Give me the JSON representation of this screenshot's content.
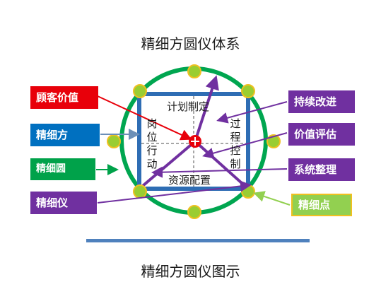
{
  "title": "精细方圆仪体系",
  "caption": "精细方圆仪图示",
  "inner_labels": {
    "top": "计划制定",
    "bottom": "资源配置",
    "left": "岗位行动",
    "right": "过程控制"
  },
  "left_labels": {
    "customer_value": "顾客价值",
    "fine_square": "精细方",
    "fine_circle": "精细圆",
    "fine_instrument": "精细仪"
  },
  "right_labels": {
    "continuous_improvement": "持续改进",
    "value_evaluation": "价值评估",
    "system_organization": "系统整理",
    "fine_point": "精细点"
  },
  "colors": {
    "red": "#e8000a",
    "blue": "#0070c0",
    "green": "#00a24a",
    "purple": "#7030a0",
    "lime": "#92d050",
    "ring": "#00a650",
    "square": "#2e6db4",
    "node": "#9acd32",
    "node_border": "#f0c020"
  }
}
